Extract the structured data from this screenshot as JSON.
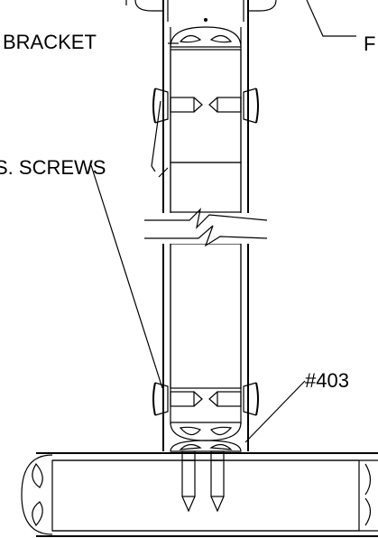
{
  "labels": {
    "bracket": "BRACKET",
    "screws": "S. SCREWS",
    "part_number": "#403",
    "right_top": "F"
  }
}
